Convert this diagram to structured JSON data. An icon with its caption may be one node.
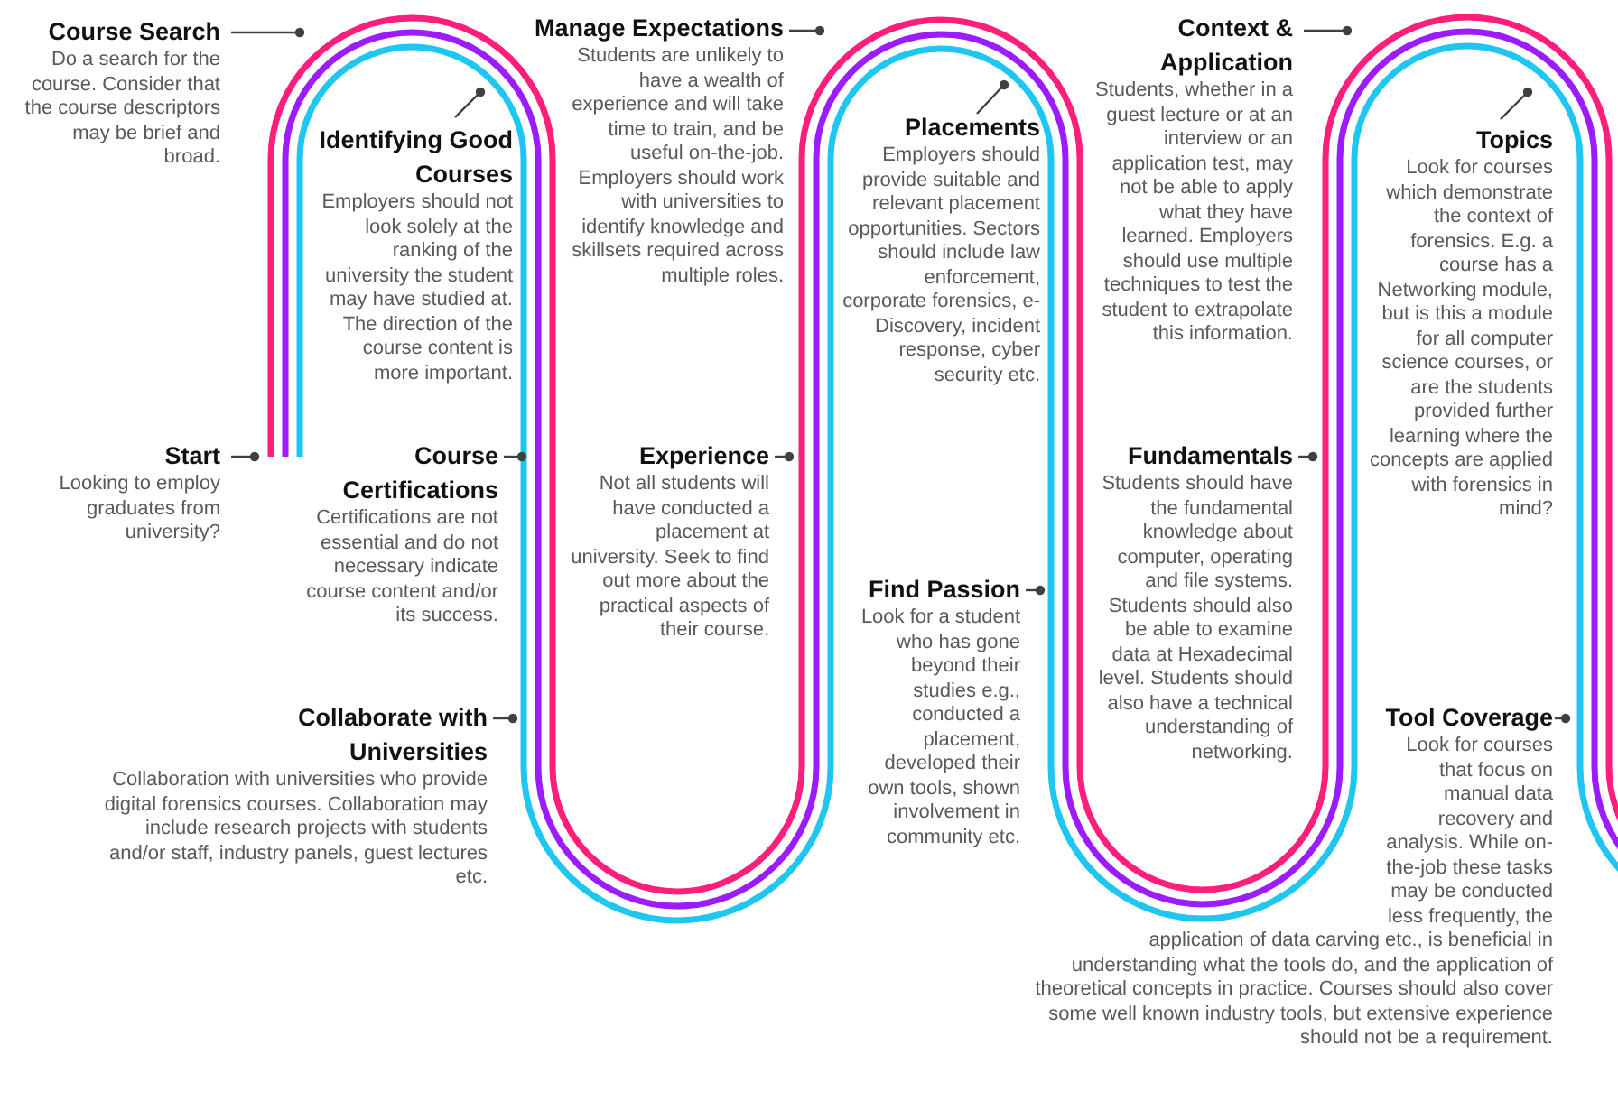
{
  "diagram": {
    "nodes": [
      {
        "text": [
          "Course Search",
          "Do a search for the course. Consider that the course descriptors may be brief and broad."
        ]
      },
      {
        "text": [
          "Identifying Good Courses",
          "Employers should not look solely at the ranking of the university the student may have studied at. The direction of the course content is more important."
        ]
      },
      {
        "text": [
          "Start",
          "Looking to employ graduates from university?"
        ]
      },
      {
        "text": [
          "Course Certifications",
          "Certifications are not essential and do not necessary indicate course content and/or its success."
        ]
      },
      {
        "text": [
          "Collaborate with Universities",
          "Collaboration with universities who provide digital forensics courses. Collaboration may include research projects with students and/or staff, industry panels, guest lectures etc."
        ]
      },
      {
        "text": [
          "Manage Expectations",
          "Students are unlikely to have a wealth of experience and will take time to train, and be useful on-the-job. Employers should work with universities to identify knowledge and skillsets required across multiple roles."
        ]
      },
      {
        "text": [
          "Placements",
          "Employers should provide suitable and relevant placement opportunities. Sectors should include law enforcement, corporate forensics, e-Discovery, incident response, cyber security etc."
        ]
      },
      {
        "text": [
          "Experience",
          "Not all students will have conducted a placement at university. Seek to find out more about the practical aspects of their course."
        ]
      },
      {
        "text": [
          "Find Passion",
          "Look for a student who has gone beyond their studies e.g., conducted a placement, developed their own tools, shown involvement in community etc."
        ]
      },
      {
        "text": [
          "Context & Application",
          "Students, whether in a guest lecture or at an interview or an application test, may not be able to apply what they have learned. Employers should use multiple techniques to test the student to extrapolate this information."
        ]
      },
      {
        "text": [
          "Topics",
          "Look for courses which demonstrate the context of forensics. E.g. a course has a Networking module, but is this a module for all computer science courses, or are the students provided further learning where the concepts are applied with forensics in mind?"
        ]
      },
      {
        "text": [
          "Fundamentals",
          "Students should have the fundamental knowledge about computer, operating and file systems. Students should also be able to examine data at Hexadecimal level. Students should also have a technical understanding of networking."
        ]
      },
      {
        "text": [
          "Tool Coverage",
          "Look for courses that focus on manual data recovery and analysis. While on-the-job these tasks may be conducted less frequently, the application of data carving etc., is beneficial in understanding what the tools do, and the application of theoretical concepts in practice. Courses should also cover some well known industry tools, but extensive experience should not be a requirement."
        ]
      }
    ],
    "edges": [
      {
        "from": 0,
        "to": null,
        "arrow": "other"
      },
      {
        "from": 1,
        "to": null,
        "arrow": "other"
      },
      {
        "from": 2,
        "to": null,
        "arrow": "other"
      },
      {
        "from": 3,
        "to": null,
        "arrow": "other"
      },
      {
        "from": 4,
        "to": null,
        "arrow": "other"
      },
      {
        "from": 5,
        "to": null,
        "arrow": "other"
      },
      {
        "from": 6,
        "to": null,
        "arrow": "other"
      },
      {
        "from": 7,
        "to": null,
        "arrow": "other"
      },
      {
        "from": 8,
        "to": null,
        "arrow": "other"
      },
      {
        "from": 9,
        "to": null,
        "arrow": "other"
      },
      {
        "from": 10,
        "to": null,
        "arrow": "other"
      },
      {
        "from": 11,
        "to": null,
        "arrow": "other"
      },
      {
        "from": 12,
        "to": null,
        "arrow": "other"
      }
    ]
  }
}
